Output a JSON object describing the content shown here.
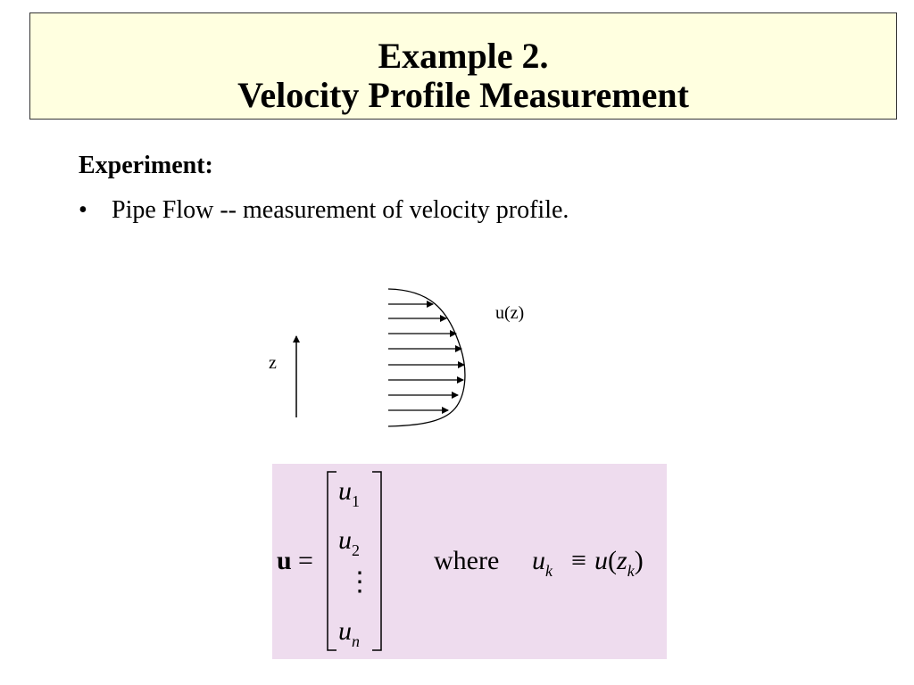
{
  "title": {
    "line1": "Example 2.",
    "line2": "Velocity Profile Measurement"
  },
  "experiment": {
    "heading": "Experiment:",
    "bullet": "Pipe Flow -- measurement of velocity profile."
  },
  "diagram": {
    "profile_label": "u(z)",
    "axis_label": "z"
  },
  "formula": {
    "vector_symbol": "u",
    "equals": "=",
    "entries": [
      {
        "base": "u",
        "sub": "1"
      },
      {
        "base": "u",
        "sub": "2"
      },
      {
        "base": "u",
        "sub": "n"
      }
    ],
    "vdots": "⋮",
    "where_word": "where",
    "definition": {
      "lhs_base": "u",
      "lhs_sub": "k",
      "equiv": "≡",
      "rhs_func": "u",
      "open_paren": "(",
      "rhs_arg": "z",
      "rhs_arg_sub": "k",
      "close_paren": ")"
    }
  },
  "colors": {
    "title_background": "#ffffe0",
    "formula_background": "#eedcee"
  }
}
